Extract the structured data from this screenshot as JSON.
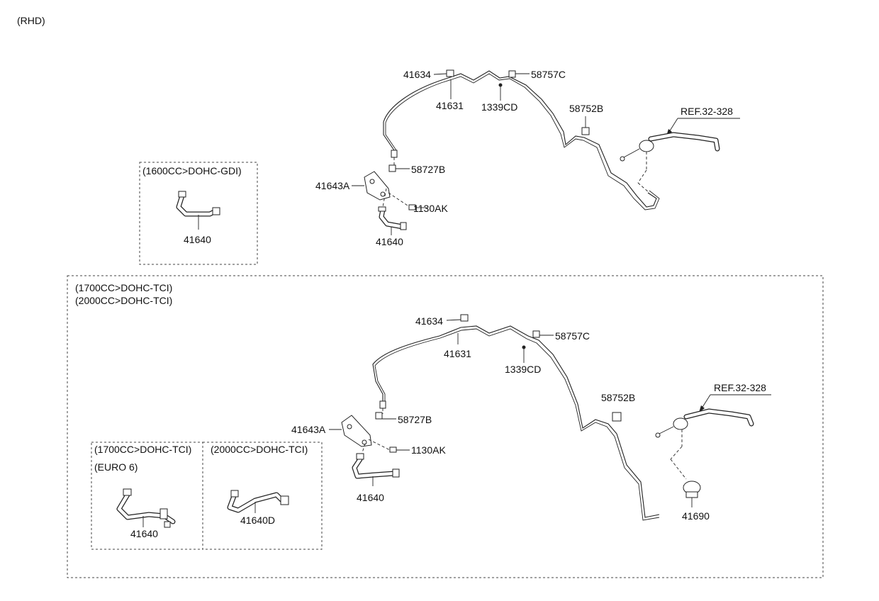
{
  "header": {
    "variant": "(RHD)"
  },
  "groups": {
    "top": {
      "labels": {
        "p41634": "41634",
        "p41631": "41631",
        "p1339CD": "1339CD",
        "p58757C": "58757C",
        "p58752B": "58752B",
        "ref": "REF.32-328",
        "p58727B": "58727B",
        "p41643A": "41643A",
        "p1130AK": "1130AK",
        "p41640": "41640"
      }
    },
    "inset_1600": {
      "condition": "(1600CC>DOHC-GDI)",
      "part": "41640"
    },
    "lower": {
      "conditions": [
        "(1700CC>DOHC-TCI)",
        "(2000CC>DOHC-TCI)"
      ],
      "labels": {
        "p41634": "41634",
        "p41631": "41631",
        "p1339CD": "1339CD",
        "p58757C": "58757C",
        "p58752B": "58752B",
        "ref": "REF.32-328",
        "p58727B": "58727B",
        "p41643A": "41643A",
        "p1130AK": "1130AK",
        "p41640": "41640",
        "p41690": "41690"
      },
      "inset_a": {
        "condition": "(1700CC>DOHC-TCI)",
        "note": "(EURO 6)",
        "part": "41640"
      },
      "inset_b": {
        "condition": "(2000CC>DOHC-TCI)",
        "part": "41640D"
      }
    }
  }
}
